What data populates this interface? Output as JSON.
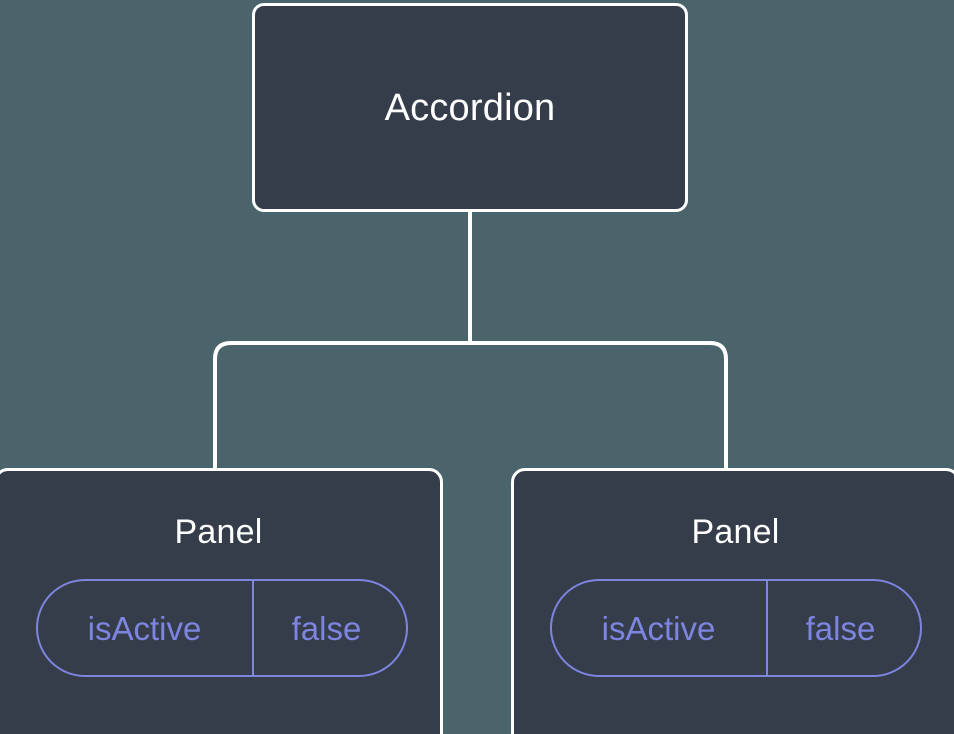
{
  "canvas": {
    "background_color": "#4b646c",
    "node_fill_color": "#353d4b",
    "node_border_color": "#ffffff",
    "edge_color": "#ffffff",
    "prop_accent_color": "#7d85e0",
    "title_text_color": "#ffffff"
  },
  "tree": {
    "root": {
      "label": "Accordion"
    },
    "children": [
      {
        "label": "Panel",
        "props": [
          {
            "key": "isActive",
            "value": "false"
          }
        ]
      },
      {
        "label": "Panel",
        "props": [
          {
            "key": "isActive",
            "value": "false"
          }
        ]
      }
    ]
  }
}
